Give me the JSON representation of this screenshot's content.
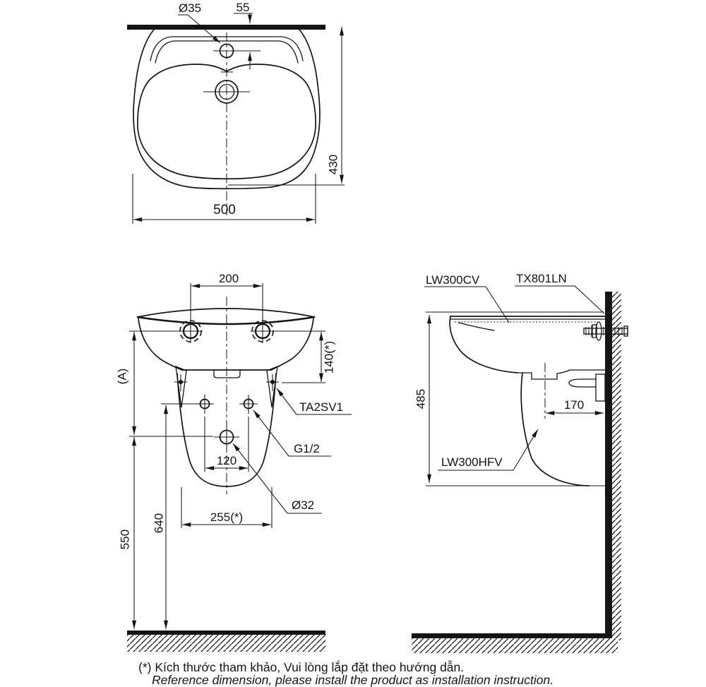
{
  "drawing": {
    "type": "sink installation dimension drawing",
    "line_color": "#141414",
    "background": "#ffffff"
  },
  "top_view": {
    "d35": "Ø35",
    "d55": "55",
    "d430": "430",
    "d500": "500"
  },
  "front_view": {
    "d200": "200",
    "d140": "140(*)",
    "dA": "(A)",
    "ta2sv1": "TA2SV1",
    "g12": "G1/2",
    "d120": "120",
    "d32": "Ø32",
    "d255": "255(*)",
    "d640": "640",
    "d550": "550"
  },
  "side_view": {
    "lw300cv": "LW300CV",
    "tx801ln": "TX801LN",
    "d485": "485",
    "d170": "170",
    "lw300hfv": "LW300HFV"
  },
  "notes": {
    "vi": "(*) Kích thước tham khảo, Vui lòng lắp đặt theo hướng dẫn.",
    "en": "Reference dimension, please install the product as installation instruction."
  }
}
